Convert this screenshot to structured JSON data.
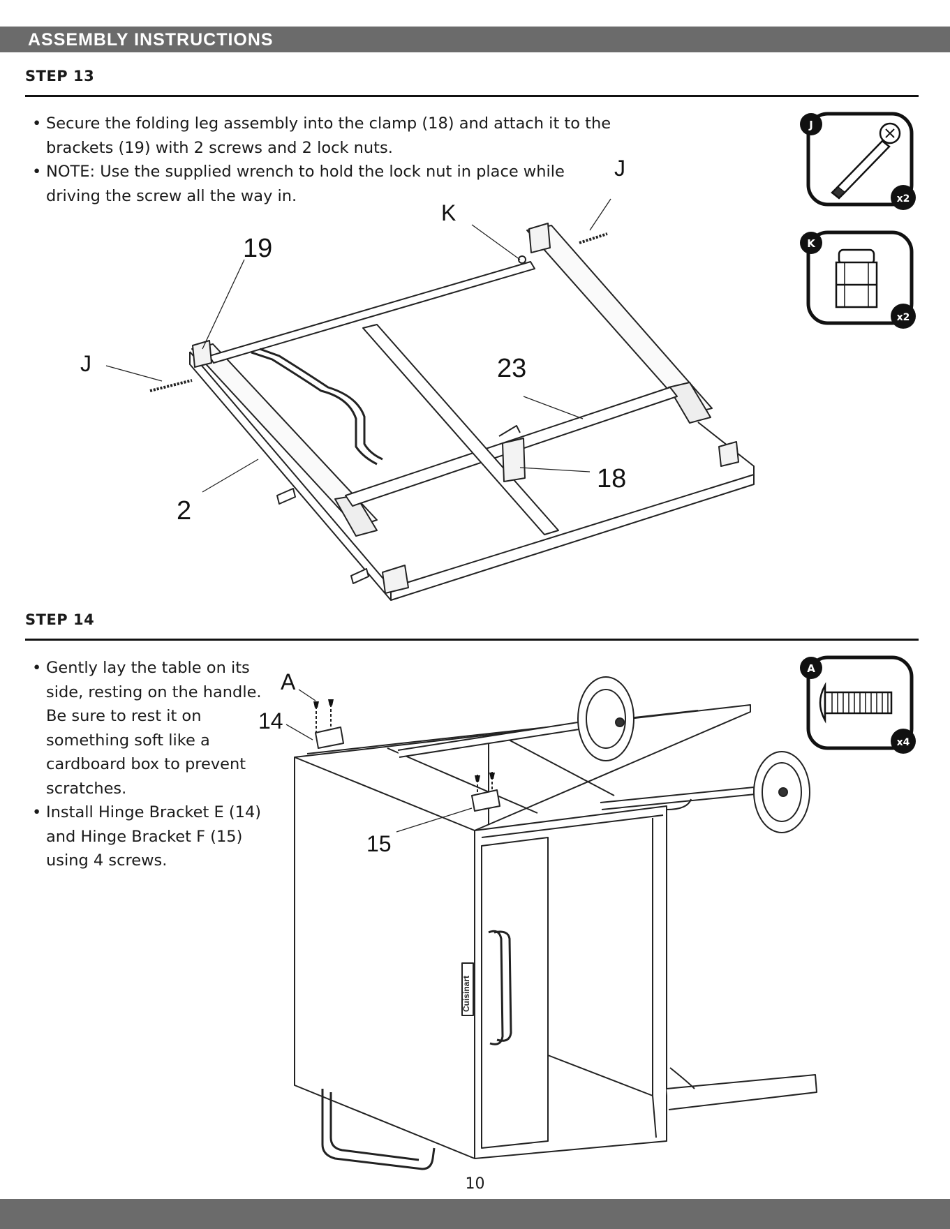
{
  "header": {
    "title": "ASSEMBLY INSTRUCTIONS"
  },
  "step13": {
    "title": "STEP 13",
    "bullets": [
      "Secure the folding leg assembly into the clamp (18) and attach it to the brackets (19) with 2 screws and 2 lock nuts.",
      "NOTE: Use the supplied wrench to hold the lock nut in place while driving the screw all the way in."
    ],
    "callouts": {
      "j_top": "J",
      "k": "K",
      "n19": "19",
      "j_left": "J",
      "n23": "23",
      "n18": "18",
      "n2": "2"
    },
    "hardware": [
      {
        "letter": "J",
        "qty": "x2",
        "icon": "screw-icon"
      },
      {
        "letter": "K",
        "qty": "x2",
        "icon": "lock-nut-icon"
      }
    ]
  },
  "step14": {
    "title": "STEP 14",
    "bullets": [
      "Gently lay the table on its side, resting on the handle. Be sure to rest it on something soft like a cardboard box to prevent scratches.",
      "Install Hinge Bracket E (14) and Hinge Bracket F (15) using 4 screws."
    ],
    "callouts": {
      "a": "A",
      "n14": "14",
      "n15": "15"
    },
    "brand": "Cuisinart",
    "hardware": [
      {
        "letter": "A",
        "qty": "x4",
        "icon": "machine-screw-icon"
      }
    ]
  },
  "page": {
    "number": "10"
  },
  "colors": {
    "bar": "#6b6b6b",
    "text": "#1a1a1a",
    "badge": "#111111"
  }
}
